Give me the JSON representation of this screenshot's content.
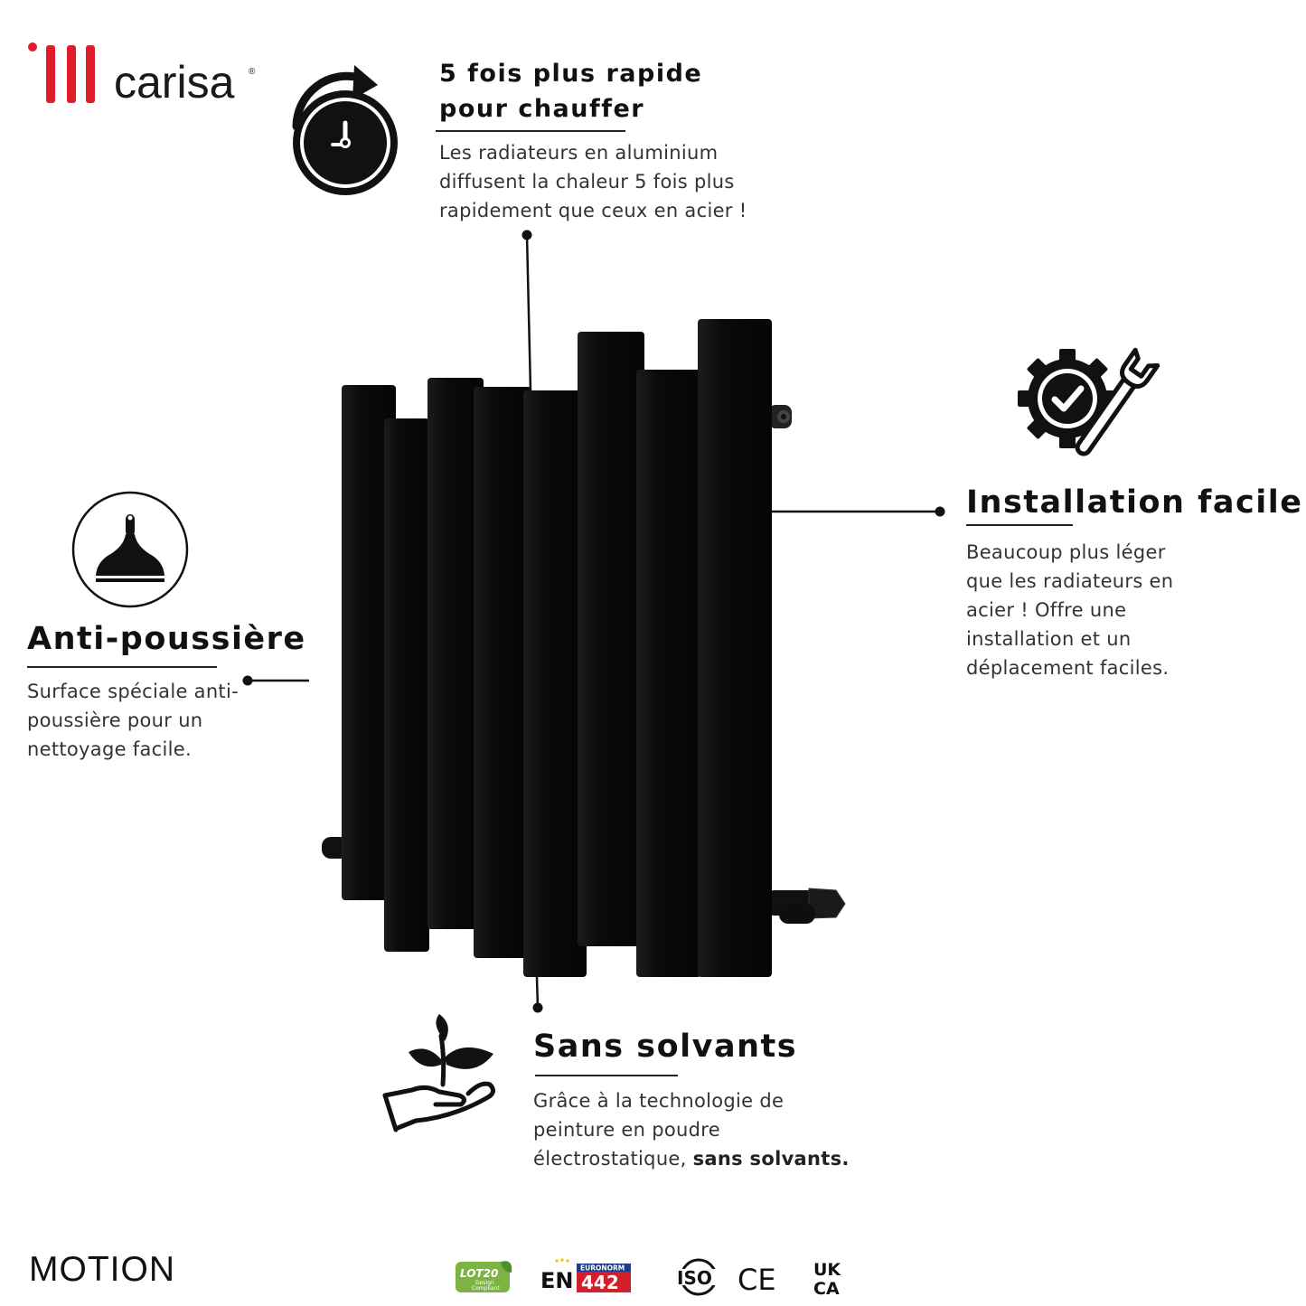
{
  "brand": {
    "name": "carisa",
    "registered_mark": "®",
    "accent_color": "#e11d2a"
  },
  "features": {
    "speed": {
      "icon": "clock-arrow-icon",
      "title_line1": "5 fois plus rapide",
      "title_line2": "pour chauffer",
      "text_line1": "Les radiateurs en aluminium",
      "text_line2": "diffusent la chaleur 5 fois plus",
      "text_line3": "rapidement que ceux en acier !"
    },
    "installation": {
      "icon": "gear-wrench-check-icon",
      "title": "Installation facile",
      "text_line1": "Beaucoup plus léger",
      "text_line2": "que les radiateurs en",
      "text_line3": "acier ! Offre une",
      "text_line4": "installation et un",
      "text_line5": "déplacement faciles."
    },
    "dust": {
      "icon": "duster-brush-icon",
      "title": "Anti-poussière",
      "text_line1": "Surface spéciale anti-",
      "text_line2": "poussière pour un",
      "text_line3": "nettoyage facile."
    },
    "solvent": {
      "icon": "plant-hand-icon",
      "title": "Sans solvants",
      "text_line1": "Grâce à la technologie de",
      "text_line2": "peinture en poudre",
      "text_line3_prefix": "électrostatique, ",
      "text_line3_bold": "sans solvants."
    }
  },
  "product": {
    "model": "MOTION",
    "color": "#0d0d0d"
  },
  "certifications": {
    "lot20_main": "LOT20",
    "lot20_sub1": "Design",
    "lot20_sub2": "Compliant",
    "en_left": "EN",
    "en_top": "EURONORM",
    "en_number": "442",
    "iso": "ISO",
    "ce": "CE",
    "ukca_top": "UK",
    "ukca_bottom": "CA"
  }
}
